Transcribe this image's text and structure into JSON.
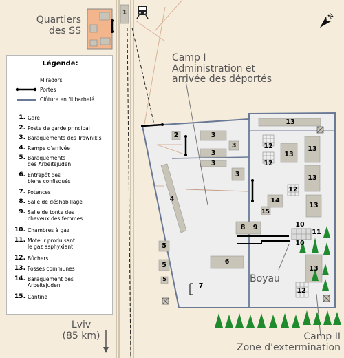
{
  "labels": {
    "ss_quarters_line1": "Quartiers",
    "ss_quarters_line2": "des SS",
    "camp1_line1": "Camp I",
    "camp1_line2": "Administration et",
    "camp1_line3": "arrivée des déportés",
    "boyau": "Boyau",
    "lviv_line1": "Lviv",
    "lviv_line2": "(85 km)",
    "camp2_line1": "Camp II",
    "camp2_line2": "Zone d'extermination",
    "north": "N"
  },
  "legend": {
    "title": "Légende:",
    "symbols": [
      {
        "icon": "watchtower-icon",
        "label": "Miradors"
      },
      {
        "icon": "gate-icon",
        "label": "Portes"
      },
      {
        "icon": "fence-icon",
        "label": "Clôture en fil barbelé"
      }
    ],
    "entries": [
      {
        "num": "1.",
        "line1": "Gare",
        "line2": ""
      },
      {
        "num": "2.",
        "line1": "Poste de garde principal",
        "line2": ""
      },
      {
        "num": "3.",
        "line1": "Baraquements des Trawnikis",
        "line2": ""
      },
      {
        "num": "4.",
        "line1": "Rampe d'arrivée",
        "line2": ""
      },
      {
        "num": "5.",
        "line1": "Baraquements",
        "line2": "des Arbeitsjuden"
      },
      {
        "num": "6.",
        "line1": "Entrepôt des",
        "line2": "biens confisqués"
      },
      {
        "num": "7.",
        "line1": "Potences",
        "line2": ""
      },
      {
        "num": "8.",
        "line1": "Salle de déshabillage",
        "line2": ""
      },
      {
        "num": "9.",
        "line1": "Salle de tonte des",
        "line2": "cheveux des femmes"
      },
      {
        "num": "10.",
        "line1": "Chambres à gaz",
        "line2": ""
      },
      {
        "num": "11.",
        "line1": "Moteur produisant",
        "line2": "le gaz asphyxiant"
      },
      {
        "num": "12.",
        "line1": "Bûchers",
        "line2": ""
      },
      {
        "num": "13.",
        "line1": "Fosses communes",
        "line2": ""
      },
      {
        "num": "14.",
        "line1": "Baraquement des",
        "line2": "Arbeitsjuden"
      },
      {
        "num": "15.",
        "line1": "Cantine",
        "line2": ""
      }
    ]
  },
  "map_numbers": {
    "n1": "1",
    "n2": "2",
    "n3a": "3",
    "n3b": "3",
    "n3c": "3",
    "n3d": "3",
    "n3e": "3",
    "n4": "4",
    "n5a": "5",
    "n5b": "5",
    "n5c": "5",
    "n6": "6",
    "n7": "7",
    "n8": "8",
    "n9": "9",
    "n10a": "10",
    "n10b": "10",
    "n11": "11",
    "n12a": "12",
    "n12b": "12",
    "n12c": "12",
    "n12d": "12",
    "n13a": "13",
    "n13b": "13",
    "n13c": "13",
    "n13d": "13",
    "n13e": "13",
    "n13f": "13",
    "n14": "14",
    "n15": "15"
  },
  "colors": {
    "background": "#f5ecdc",
    "camp_ground": "#eeeeee",
    "fence": "#6a7a96",
    "building": "#c8c4b8",
    "ss_quarters": "#f2b58c",
    "trees": "#1f8a2e",
    "gate": "#000000"
  },
  "icons": {
    "train": "train-icon",
    "north_arrow": "north-arrow-icon",
    "south_arrow": "south-arrow-icon"
  }
}
